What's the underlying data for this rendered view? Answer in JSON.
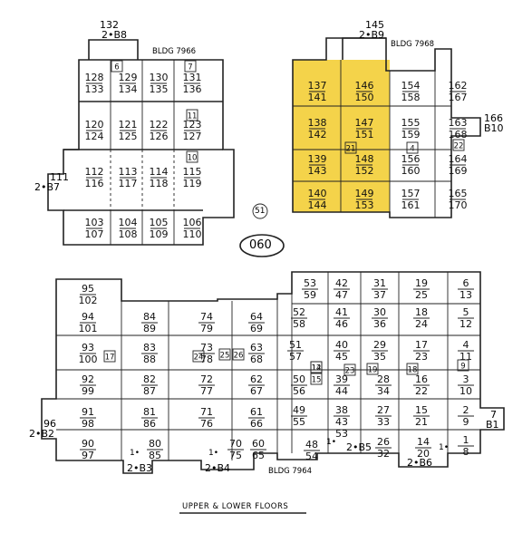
{
  "title": "UPPER & LOWER FLOORS",
  "map_number": "060",
  "center_marker": "51",
  "colors": {
    "highlight": "#f4d34a",
    "line": "#222222"
  },
  "buildings": [
    {
      "id": "bldg-7966",
      "label": "BLDG 7966"
    },
    {
      "id": "bldg-7968",
      "label": "BLDG 7968"
    },
    {
      "id": "bldg-7964",
      "label": "BLDG 7964"
    }
  ],
  "building_sides": [
    {
      "id": "b8",
      "text": "2•B8",
      "number": "132"
    },
    {
      "id": "b9",
      "text": "2•B9",
      "number": "145"
    },
    {
      "id": "b7",
      "text": "2•B7",
      "number": "111"
    },
    {
      "id": "b10",
      "text": "B10",
      "number": "166"
    },
    {
      "id": "b2",
      "text": "2•B2",
      "number": "96"
    },
    {
      "id": "b1",
      "text": "B1",
      "number": "7"
    },
    {
      "id": "b3",
      "text": "2•B3",
      "number": "1•"
    },
    {
      "id": "b4",
      "text": "2•B4",
      "number": "1•"
    },
    {
      "id": "b5",
      "text": "2•B5",
      "number": "1•"
    },
    {
      "id": "b6",
      "text": "2•B6",
      "number": "1•"
    }
  ],
  "boxed_markers": [
    "6",
    "7",
    "11",
    "10",
    "21",
    "4",
    "22",
    "17",
    "24",
    "25",
    "26",
    "14",
    "15",
    "23",
    "19",
    "18",
    "9",
    "12"
  ],
  "units": [
    "128",
    "133",
    "129",
    "134",
    "130",
    "135",
    "131",
    "136",
    "120",
    "124",
    "121",
    "125",
    "122",
    "126",
    "123",
    "127",
    "112",
    "116",
    "113",
    "117",
    "114",
    "118",
    "115",
    "119",
    "103",
    "107",
    "104",
    "108",
    "105",
    "109",
    "106",
    "110",
    "137",
    "141",
    "146",
    "150",
    "138",
    "142",
    "147",
    "151",
    "139",
    "143",
    "148",
    "152",
    "140",
    "144",
    "149",
    "153",
    "154",
    "158",
    "155",
    "159",
    "156",
    "160",
    "157",
    "161",
    "162",
    "167",
    "163",
    "168",
    "164",
    "169",
    "165",
    "170",
    "95",
    "102",
    "94",
    "101",
    "93",
    "100",
    "92",
    "99",
    "91",
    "98",
    "90",
    "97",
    "84",
    "89",
    "83",
    "88",
    "82",
    "87",
    "81",
    "86",
    "80",
    "85",
    "74",
    "79",
    "73",
    "78",
    "72",
    "77",
    "71",
    "76",
    "70",
    "75",
    "64",
    "69",
    "63",
    "68",
    "62",
    "67",
    "61",
    "66",
    "60",
    "65",
    "53",
    "59",
    "52",
    "58",
    "51",
    "57",
    "50",
    "56",
    "49",
    "55",
    "48",
    "54",
    "42",
    "47",
    "41",
    "46",
    "40",
    "45",
    "39",
    "44",
    "38",
    "43",
    "53",
    "31",
    "37",
    "30",
    "36",
    "29",
    "35",
    "28",
    "34",
    "27",
    "33",
    "26",
    "32",
    "19",
    "25",
    "18",
    "24",
    "17",
    "23",
    "16",
    "22",
    "15",
    "21",
    "14",
    "20",
    "6",
    "13",
    "5",
    "12",
    "4",
    "11",
    "3",
    "10",
    "2",
    "9",
    "1",
    "8"
  ]
}
